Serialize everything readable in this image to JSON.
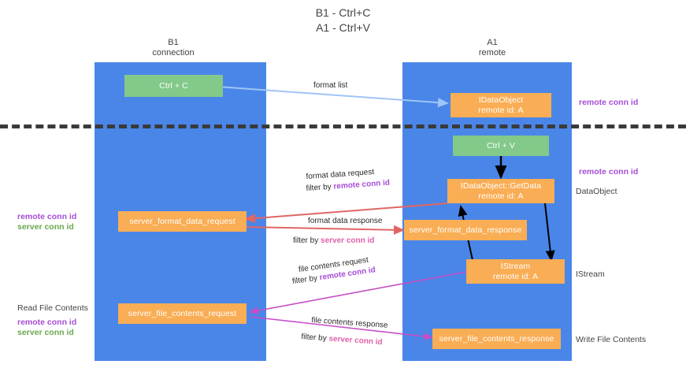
{
  "title": "B1 - Ctrl+C\nA1 - Ctrl+V",
  "columns": [
    {
      "name": "column-b1",
      "label": "B1\nconnection"
    },
    {
      "name": "column-a1",
      "label": "A1\nremote"
    }
  ],
  "colors": {
    "panel": "#4a86e8",
    "green_node": "#82c98a",
    "orange_node": "#f9ad54",
    "remote_conn_id": "#a64dd6",
    "server_conn_id": "#6aa84f",
    "server_conn_id_alt": "#e060a8",
    "divider": "#3a3a3a",
    "arrow_blue": "#9fc5f8",
    "arrow_red": "#e06666",
    "arrow_black": "#000000",
    "arrow_magenta": "#c74ec7"
  },
  "nodes": {
    "ctrl_c": {
      "line1": "Ctrl + C"
    },
    "idataobject": {
      "line1": "IDataObject",
      "line2": "remote id: A"
    },
    "ctrl_v": {
      "line1": "Ctrl + V"
    },
    "getdata": {
      "line1": "IDataObject::GetData",
      "line2": "remote id: A"
    },
    "server_format_data_request": {
      "line1": "server_format_data_request"
    },
    "server_format_data_response": {
      "line1": "server_format_data_response"
    },
    "istream": {
      "line1": "IStream",
      "line2": "remote id: A"
    },
    "server_file_contents_request": {
      "line1": "server_file_contents_request"
    },
    "server_file_contents_response": {
      "line1": "server_file_contents_response"
    }
  },
  "edge_labels": {
    "format_list": "format list",
    "format_data_request": "format data request",
    "format_data_request_filter_prefix": "filter by ",
    "format_data_request_filter_value": "remote conn id",
    "format_data_response": "format data response",
    "format_data_response_filter_prefix": "filter by ",
    "format_data_response_filter_value": "server conn id",
    "file_contents_request": "file contents request",
    "file_contents_request_filter_prefix": "filter by ",
    "file_contents_request_filter_value": "remote conn id",
    "file_contents_response": "file contents response",
    "file_contents_response_filter_prefix": "filter by ",
    "file_contents_response_filter_value": "server conn id"
  },
  "side_labels": {
    "right_remote_conn_id_top": "remote conn id",
    "right_remote_conn_id_mid": "remote conn id",
    "right_dataobject": "DataObject",
    "right_istream": "IStream",
    "right_write_file_contents": "Write File Contents",
    "left_remote_conn_id": "remote conn id",
    "left_server_conn_id": "server conn id",
    "left_read_file_contents": "Read File Contents",
    "left_remote_conn_id_2": "remote conn id",
    "left_server_conn_id_2": "server conn id"
  }
}
